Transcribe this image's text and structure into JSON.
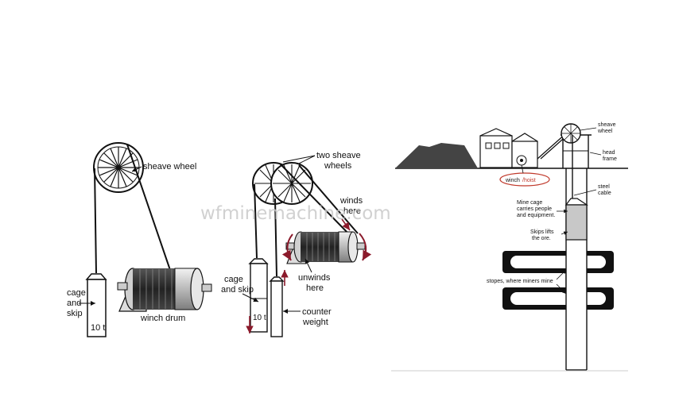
{
  "left": {
    "sheave_wheel": "sheave wheel",
    "cage_and_skip": [
      "cage",
      "and",
      "skip"
    ],
    "weight": "10 t",
    "winch_drum": "winch drum"
  },
  "middle": {
    "two_sheave_wheels": [
      "two sheave",
      "wheels"
    ],
    "winds_here": [
      "winds",
      "here"
    ],
    "unwinds_here": [
      "unwinds",
      "here"
    ],
    "cage_and_skip": [
      "cage",
      "and skip"
    ],
    "weight": "10 t",
    "counter_weight": [
      "counter",
      "weight"
    ]
  },
  "right": {
    "sheave_wheel": [
      "sheave",
      "wheel"
    ],
    "head_frame": [
      "head",
      "frame"
    ],
    "winch": "winch",
    "hoist": "/hoist",
    "steel_cable": [
      "steel",
      "cable"
    ],
    "mine_cage": [
      "Mine cage",
      "carries people",
      "and equipment."
    ],
    "skips": [
      "Skips lifts",
      "the ore."
    ],
    "stopes": "stopes, where miners mine"
  },
  "watermark": "wfminemachine.com",
  "colors": {
    "accent_red": "#8b1a2b",
    "label_red": "#c0392b"
  }
}
